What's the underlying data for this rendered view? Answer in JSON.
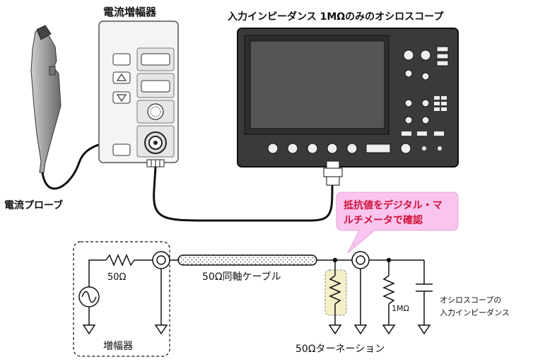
{
  "labels": {
    "amp_device_title": "電流増幅器",
    "scope_title": "入力インピーダンス 1MΩのみのオシロスコープ",
    "probe": "電流プローブ",
    "callout_line1": "抵抗値をデジタル・マ",
    "callout_line2": "ルチメータで確認",
    "r_source": "50Ω",
    "cable": "50Ω同軸ケーブル",
    "amplifier": "増幅器",
    "termination": "50Ωターネーション",
    "r_scope": "1MΩ",
    "scope_imp_line1": "オシロスコープの",
    "scope_imp_line2": "入力インピーダンス"
  },
  "colors": {
    "callout_fill": "#f9c5ee",
    "callout_text": "#d0103a",
    "termination_fill": "#f3f0c8",
    "scope_body": "#3a3a3a",
    "scope_screen": "#555555"
  },
  "icons": {
    "amp_up": "triangle-up-icon",
    "amp_down": "triangle-down-icon",
    "amp_knob": "knob-icon",
    "source": "ac-source-icon"
  }
}
